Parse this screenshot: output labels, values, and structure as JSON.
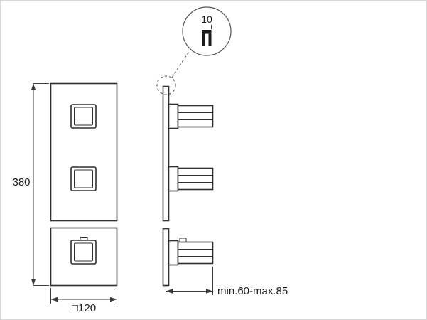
{
  "drawing": {
    "kind": "technical-dimension-drawing",
    "labels": {
      "overall_height": "380",
      "plate_width": "□120",
      "detail_thickness": "10",
      "install_depth": "min.60-max.85"
    },
    "colors": {
      "object_line": "#2f2f2f",
      "dimension_line": "#3a3a3a",
      "text": "#1a1a1a",
      "background": "#ffffff"
    }
  }
}
